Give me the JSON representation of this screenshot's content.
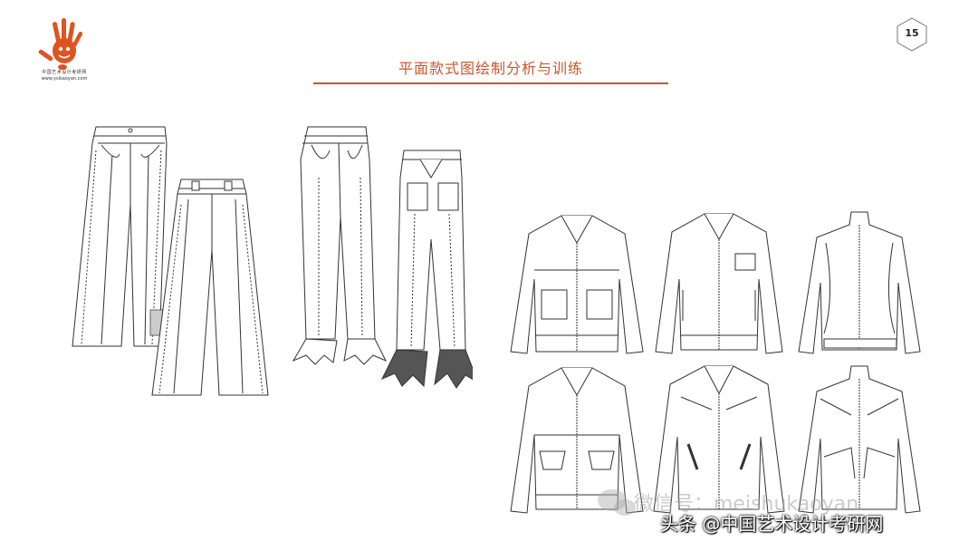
{
  "slide": {
    "title": "平面款式图绘制分析与训练",
    "page_number": "15",
    "accent_color": "#c8572e"
  },
  "logo": {
    "icon": "hand-print-icon",
    "tagline": "中国艺术设计考研网",
    "url": "www.ysikaoyan.com"
  },
  "watermark": {
    "text": "微信号：meishukaoyan",
    "icon": "wechat-icon"
  },
  "credit": {
    "text": "头条 @中国艺术设计考研网"
  },
  "sketches": {
    "pants_group_1": "wide-leg-pants",
    "pants_group_2": "flared-ruffle-pants",
    "jackets": "jacket-flats"
  }
}
